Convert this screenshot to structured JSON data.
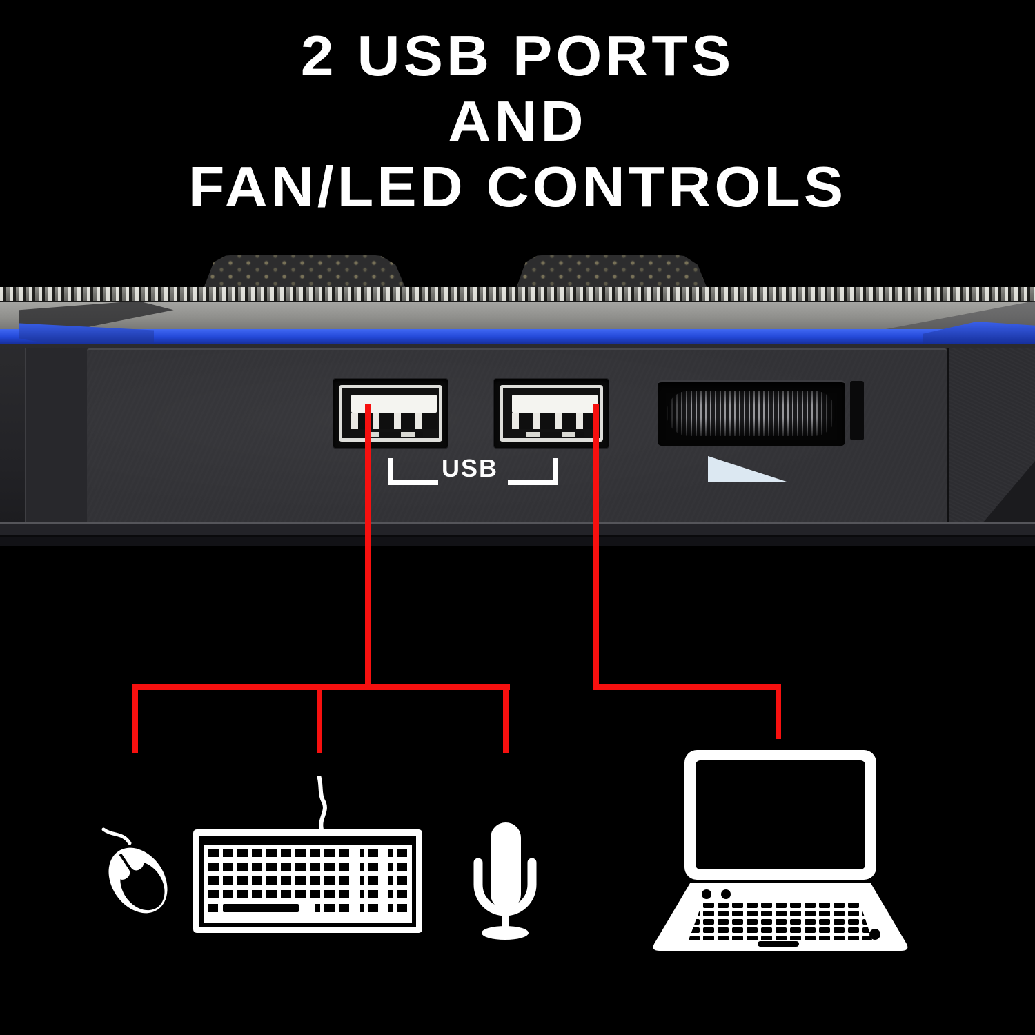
{
  "title": {
    "line1": "2 USB PORTS",
    "line2": "AND",
    "line3": "FAN/LED CONTROLS"
  },
  "device_panel": {
    "usb_label": "USB",
    "port_count": "2",
    "controls": [
      "usb-port-a-1",
      "usb-port-a-2",
      "fan-led-scroll-wheel"
    ],
    "wheel_indicator": "increase-wedge-triangle"
  },
  "icons": {
    "mouse": "mouse-icon",
    "keyboard": "keyboard-icon",
    "microphone": "microphone-icon",
    "laptop": "laptop-icon"
  },
  "colors": {
    "background": "#000000",
    "title_text": "#ffffff",
    "annotation_red": "#f7100f",
    "led_blue": "#2348d8",
    "device_gray": "#323236",
    "wheel_triangle": "#dce8f2",
    "icon_white": "#ffffff"
  }
}
